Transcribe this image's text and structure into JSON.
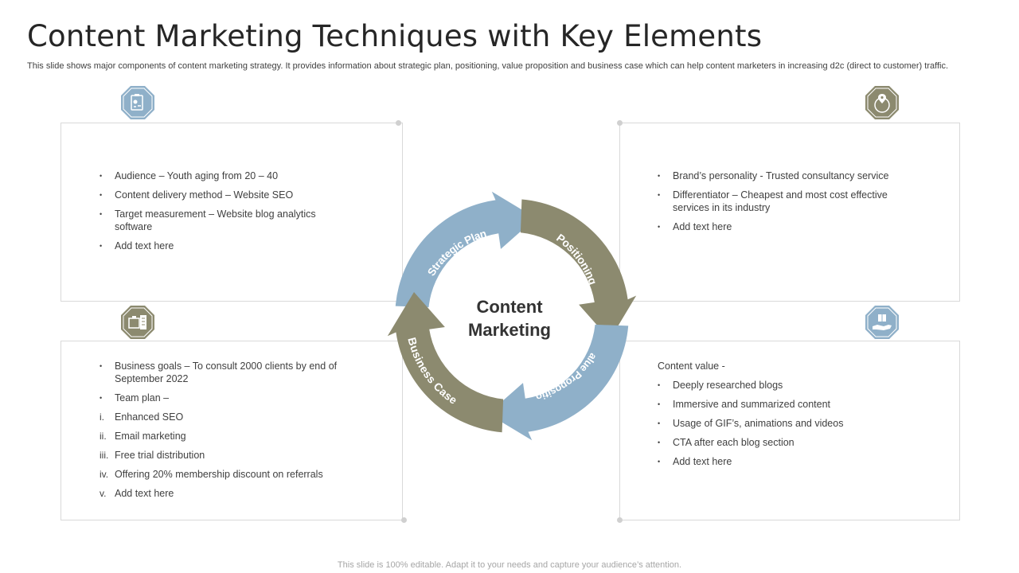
{
  "header": {
    "title": "Content Marketing Techniques with Key Elements",
    "subtitle": "This slide shows major components of content marketing strategy. It provides information about strategic plan, positioning, value proposition and business case which can help content marketers in increasing d2c (direct to customer) traffic."
  },
  "cycle": {
    "center_line1": "Content",
    "center_line2": "Marketing",
    "segments": [
      "Strategic Plan",
      "Positioning",
      "Value Proposition",
      "Business Case"
    ]
  },
  "panels": {
    "top_left": {
      "icon": "strategy-icon",
      "items": [
        "Audience – Youth aging from 20 – 40",
        "Content delivery method – Website SEO",
        "Target measurement – Website blog analytics software",
        "Add text here"
      ]
    },
    "top_right": {
      "icon": "location-target-icon",
      "items": [
        "Brand’s personality -  Trusted consultancy service",
        "Differentiator  – Cheapest and most cost effective services in its industry",
        "Add text here"
      ]
    },
    "bottom_left": {
      "icon": "business-case-icon",
      "items": [
        {
          "mark": "•",
          "text": "Business goals – To consult 2000 clients by end of September 2022"
        },
        {
          "mark": "•",
          "text": "Team plan –"
        },
        {
          "mark": "i.",
          "text": "Enhanced SEO"
        },
        {
          "mark": "ii.",
          "text": "Email marketing"
        },
        {
          "mark": "iii.",
          "text": "Free trial distribution"
        },
        {
          "mark": "iv.",
          "text": "Offering 20% membership discount on referrals"
        },
        {
          "mark": "v.",
          "text": "Add text here"
        }
      ]
    },
    "bottom_right": {
      "icon": "value-hand-icon",
      "intro": "Content value -",
      "items": [
        "Deeply researched blogs",
        "Immersive and summarized content",
        "Usage of GIF’s, animations and videos",
        "CTA after each blog section",
        "Add text here"
      ]
    }
  },
  "footer": "This slide is 100% editable. Adapt it to your needs and capture your audience’s attention.",
  "colors": {
    "blue": "#8fb0c9",
    "olive": "#8c8a6f",
    "text": "#404040",
    "title": "#262626"
  }
}
